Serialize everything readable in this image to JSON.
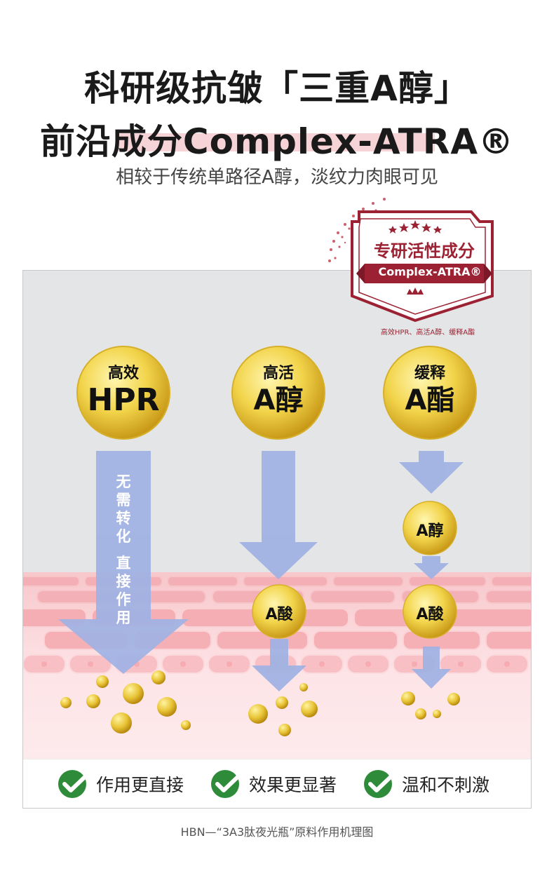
{
  "header": {
    "title_line1": "科研级抗皱「三重A醇」",
    "title_line2": "前沿成分Complex-ATRA®",
    "subtitle": "相较于传统单路径A醇，淡纹力肉眼可见"
  },
  "badge": {
    "title": "专研活性成分",
    "ribbon": "Complex-ATRA®",
    "note": "高效HPR、高活A醇、缓释A酯"
  },
  "ingredients": [
    {
      "top": "高效",
      "main": "HPR"
    },
    {
      "top": "高活",
      "main": "A醇"
    },
    {
      "top": "缓释",
      "main": "A酯"
    }
  ],
  "column1": {
    "vertical_text_a": "无需转化",
    "vertical_text_b": "直接作用"
  },
  "small_coins": {
    "col2_acid": "A酸",
    "col3_alcohol": "A醇",
    "col3_acid": "A酸"
  },
  "benefits": [
    {
      "label": "作用更直接"
    },
    {
      "label": "效果更显著"
    },
    {
      "label": "温和不刺激"
    }
  ],
  "caption": "HBN—“3A3肽夜光瓶”原料作用机理图",
  "colors": {
    "arrow": "#9fb2e4",
    "gold": "#f2d44a",
    "badge_red": "#9c2233",
    "check_green": "#2e8b3a"
  }
}
